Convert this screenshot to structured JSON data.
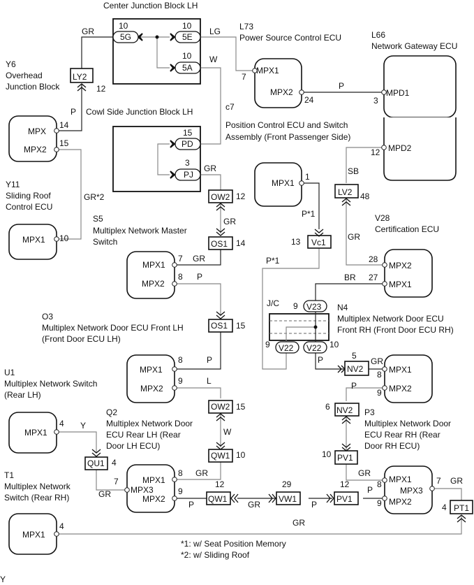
{
  "title_blocks": {
    "center_jb": "Center Junction Block LH",
    "cowl_jb": "Cowl Side Junction Block LH",
    "jc": "J/C"
  },
  "components": {
    "L73": {
      "code": "L73",
      "name": "Power Source Control ECU"
    },
    "L66": {
      "code": "L66",
      "name": "Network Gateway ECU"
    },
    "Y6": {
      "code": "Y6",
      "name_l1": "Overhead",
      "name_l2": "Junction Block"
    },
    "Y11": {
      "code": "Y11",
      "name_l1": "Sliding Roof",
      "name_l2": "Control ECU"
    },
    "c7": {
      "code": "c7",
      "name_l1": "Position Control ECU and Switch",
      "name_l2": "Assembly (Front Passenger Side)"
    },
    "S5": {
      "code": "S5",
      "name_l1": "Multiplex Network Master",
      "name_l2": "Switch"
    },
    "V28": {
      "code": "V28",
      "name": "Certification ECU"
    },
    "N4": {
      "code": "N4",
      "name_l1": "Multiplex Network Door ECU",
      "name_l2": "Front RH (Front Door ECU RH)"
    },
    "O3": {
      "code": "O3",
      "name_l1": "Multiplex Network Door ECU Front LH",
      "name_l2": "(Front Door ECU LH)"
    },
    "U1": {
      "code": "U1",
      "name_l1": "Multiplex Network Switch",
      "name_l2": "(Rear LH)"
    },
    "Q2": {
      "code": "Q2",
      "name_l1": "Multiplex Network Door",
      "name_l2": "ECU Rear LH (Rear",
      "name_l3": "Door LH ECU)"
    },
    "P3": {
      "code": "P3",
      "name_l1": "Multiplex Network Door",
      "name_l2": "ECU Rear RH (Rear",
      "name_l3": "Door RH ECU)"
    },
    "T1": {
      "code": "T1",
      "name_l1": "Multiplex Network",
      "name_l2": "Switch (Rear RH)"
    }
  },
  "terminals": {
    "mpx": "MPX",
    "mpx1": "MPX1",
    "mpx2": "MPX2",
    "mpx3": "MPX3",
    "mpd1": "MPD1",
    "mpd2": "MPD2"
  },
  "connectors": {
    "5G": "5G",
    "5E": "5E",
    "5A": "5A",
    "PD": "PD",
    "PJ": "PJ",
    "LY2": "LY2",
    "OW2": "OW2",
    "OS1": "OS1",
    "LV2": "LV2",
    "Vc1": "Vc1",
    "V23": "V23",
    "V22": "V22",
    "NV2": "NV2",
    "PV1": "PV1",
    "QU1": "QU1",
    "QW1": "QW1",
    "VW1": "VW1",
    "PT1": "PT1"
  },
  "pins": {
    "p10": "10",
    "p7": "7",
    "p24": "24",
    "p3": "3",
    "p12": "12",
    "p14": "14",
    "p15": "15",
    "p1": "1",
    "p13": "13",
    "p48": "48",
    "p28": "28",
    "p27": "27",
    "p9": "9",
    "p8": "8",
    "p5": "5",
    "p6": "6",
    "p4": "4",
    "p29": "29"
  },
  "wire_colors": {
    "GR": "GR",
    "LG": "LG",
    "W": "W",
    "P": "P",
    "SB": "SB",
    "BR": "BR",
    "L": "L",
    "Y": "Y",
    "GR2": "GR*2",
    "P1": "P*1"
  },
  "notes": {
    "n1": "*1: w/ Seat Position Memory",
    "n2": "*2: w/ Sliding Roof"
  },
  "corner_mark": "Y"
}
